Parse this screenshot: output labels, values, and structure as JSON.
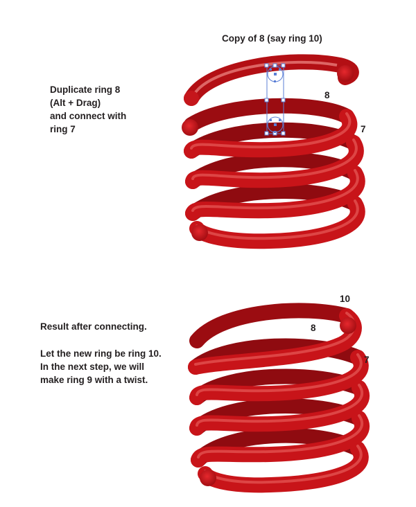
{
  "top": {
    "copy_label": "Copy of 8 (say ring 10)",
    "instructions": [
      "Duplicate ring 8",
      "(Alt + Drag)",
      "and connect with",
      "ring 7"
    ],
    "ring_labels": {
      "eight": "8",
      "seven": "7"
    }
  },
  "bottom": {
    "result_title": "Result after connecting.",
    "description": [
      "Let the new ring be ring 10.",
      "In the next step, we will",
      "make ring 9 with a twist."
    ],
    "ring_labels": {
      "ten": "10",
      "eight": "8",
      "seven": "7"
    }
  },
  "colors": {
    "ring_dark": "#a10d12",
    "ring_mid": "#d2161d",
    "ring_light": "#f5b8b4",
    "selection": "#5b7fd6"
  }
}
